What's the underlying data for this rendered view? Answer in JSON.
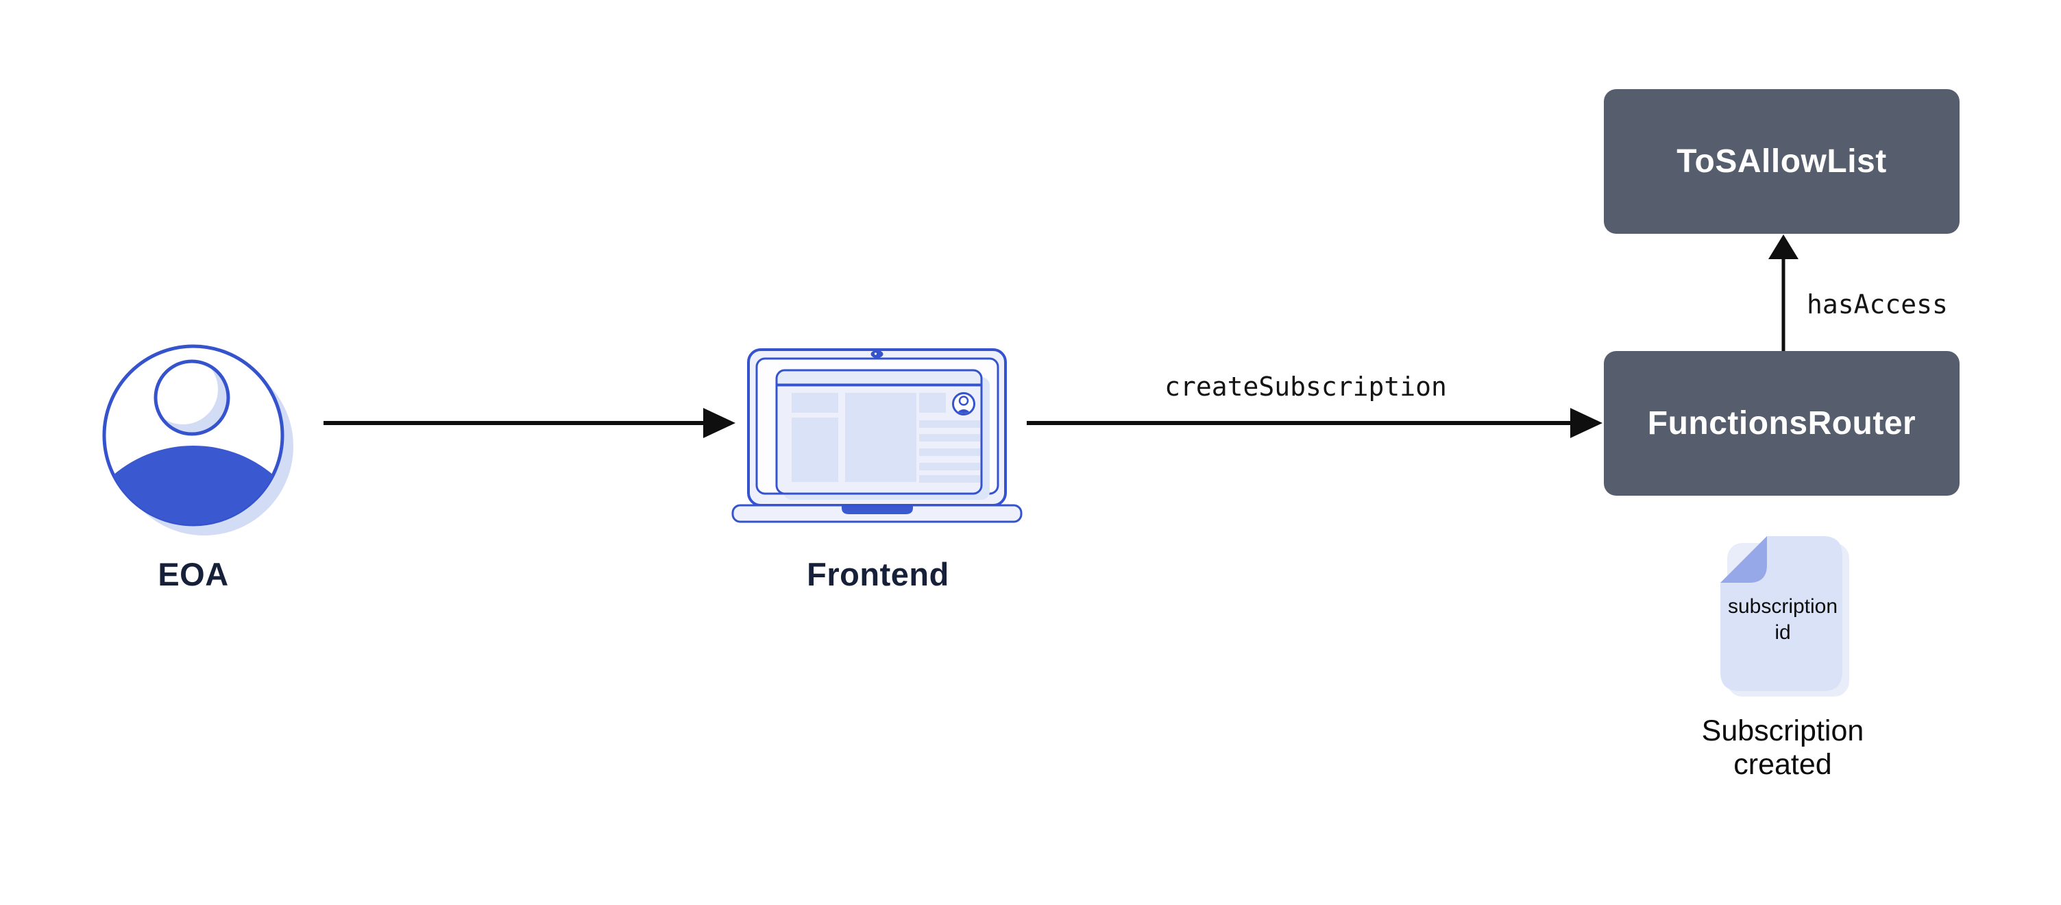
{
  "diagram": {
    "nodes": {
      "eoa": {
        "label": "EOA",
        "icon": "user-avatar-icon"
      },
      "frontend": {
        "label": "Frontend",
        "icon": "laptop-icon"
      },
      "functions_router": {
        "label": "FunctionsRouter"
      },
      "tos_allow_list": {
        "label": "ToSAllowList"
      },
      "subscription_document": {
        "icon": "document-icon",
        "doc_text_line1": "subscription",
        "doc_text_line2": "id",
        "caption_line1": "Subscription",
        "caption_line2": "created"
      }
    },
    "edges": {
      "eoa_to_frontend": {
        "from": "EOA",
        "to": "Frontend",
        "label": ""
      },
      "frontend_to_functions_router": {
        "from": "Frontend",
        "to": "FunctionsRouter",
        "label": "createSubscription"
      },
      "functions_router_to_tos_allow_list": {
        "from": "FunctionsRouter",
        "to": "ToSAllowList",
        "label": "hasAccess"
      }
    },
    "colors": {
      "background": "#ffffff",
      "contract_box_bg": "#565d6c",
      "contract_box_text": "#ffffff",
      "accent_blue": "#3a59d1",
      "outline_blue": "#3553cd",
      "light_lavender": "#d9e2f7",
      "pale_lavender": "#eef1fb",
      "shadow_lavender": "#d2dcf5",
      "fold_lavender": "#97a8e8",
      "label_navy": "#172039",
      "arrow_black": "#0f0f0f"
    }
  }
}
